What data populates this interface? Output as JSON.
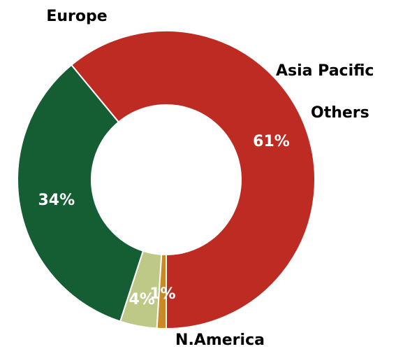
{
  "chart_data": {
    "type": "pie",
    "variant": "donut",
    "start_angle_deg": 90,
    "direction": "counterclockwise",
    "categories": [
      "N.America",
      "Europe",
      "Asia Pacific",
      "Others"
    ],
    "values": [
      61,
      34,
      4,
      1
    ],
    "value_labels": [
      "61%",
      "34%",
      "4%",
      "1%"
    ],
    "colors": [
      "#bd2b22",
      "#155e34",
      "#bec987",
      "#c98a25"
    ],
    "legend": "none",
    "title": ""
  }
}
